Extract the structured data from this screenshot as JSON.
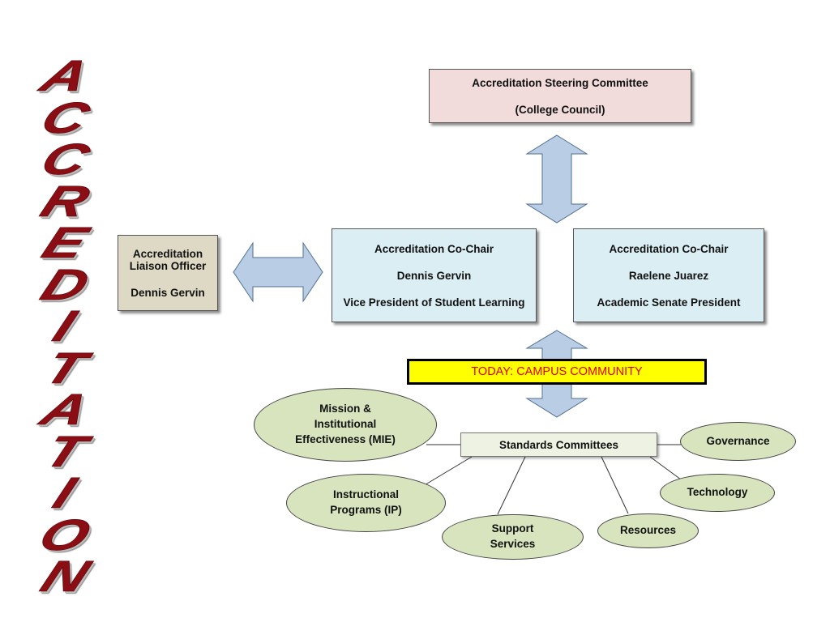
{
  "title_letters": [
    "A",
    "C",
    "C",
    "R",
    "E",
    "D",
    "I",
    "T",
    "A",
    "T",
    "I",
    "O",
    "N"
  ],
  "steering": {
    "line1": "Accreditation Steering Committee",
    "line2": "(College Council)"
  },
  "cochair1": {
    "title": "Accreditation Co-Chair",
    "name": "Dennis Gervin",
    "role": "Vice President of Student Learning"
  },
  "cochair2": {
    "title": "Accreditation Co-Chair",
    "name": "Raelene Juarez",
    "role": "Academic Senate President"
  },
  "liaison": {
    "line1": "Accreditation",
    "line2": "Liaison Officer",
    "name": "Dennis Gervin"
  },
  "today_banner": "TODAY: CAMPUS COMMUNITY",
  "standards": "Standards Committees",
  "committees": {
    "mie": [
      "Mission &",
      "Institutional",
      "Effectiveness (MIE)"
    ],
    "ip": [
      "Instructional",
      "Programs (IP)"
    ],
    "support": [
      "Support",
      "Services"
    ],
    "resources": "Resources",
    "technology": "Technology",
    "governance": "Governance"
  },
  "colors": {
    "title_red": "#8b0e14",
    "steering_fill": "#f2dcdb",
    "cochair_fill": "#dbeef4",
    "liaison_fill": "#ddd9c4",
    "banner_fill": "#ffff00",
    "banner_text": "#e00000",
    "committee_fill": "#d7e4bd",
    "arrow_fill": "#b9cde5"
  }
}
